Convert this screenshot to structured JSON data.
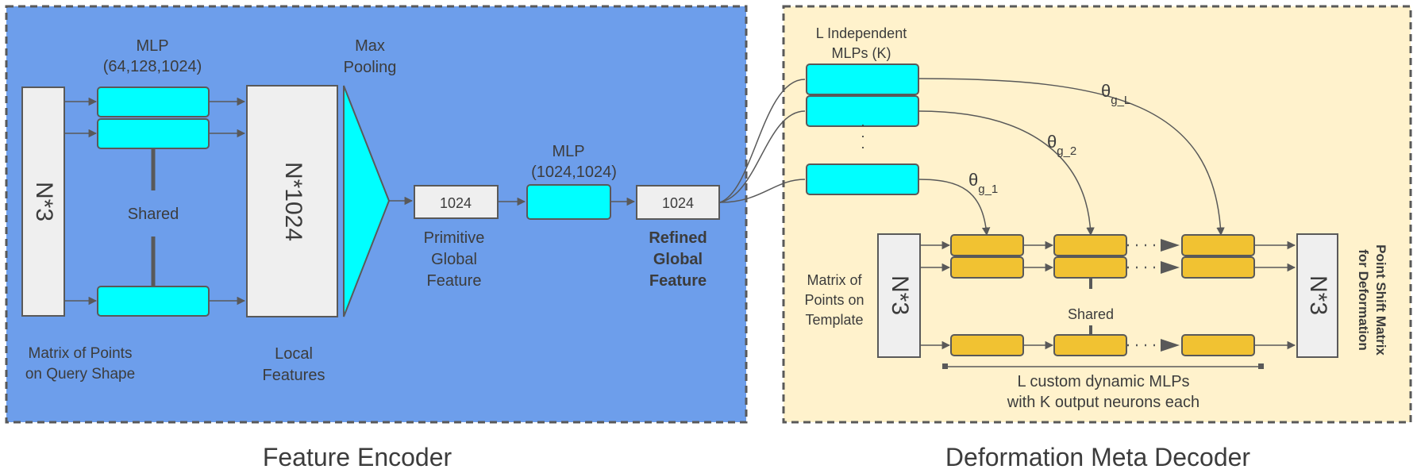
{
  "colors": {
    "encoder_bg": "#6d9eeb",
    "decoder_bg": "#fff2cc",
    "mlp_fill": "#00ffff",
    "dynamic_mlp_fill": "#f1c232",
    "box_fill": "#efefef",
    "border": "#595959"
  },
  "encoder": {
    "input_box": "N*3",
    "input_caption_line1": "Matrix of Points",
    "input_caption_line2": "on Query Shape",
    "mlp_title_line1": "MLP",
    "mlp_title_line2": "(64,128,1024)",
    "shared_label": "Shared",
    "local_box": "N*1024",
    "local_caption_line1": "Local",
    "local_caption_line2": "Features",
    "maxpool_line1": "Max",
    "maxpool_line2": "Pooling",
    "primitive_box": "1024",
    "primitive_caption_line1": "Primitive",
    "primitive_caption_line2": "Global",
    "primitive_caption_line3": "Feature",
    "mlp2_title_line1": "MLP",
    "mlp2_title_line2": "(1024,1024)",
    "refined_box": "1024",
    "refined_caption_line1": "Refined",
    "refined_caption_line2": "Global",
    "refined_caption_line3": "Feature",
    "section_title": "Feature Encoder"
  },
  "decoder": {
    "independent_line1": "L Independent",
    "independent_line2": "MLPs (K)",
    "theta_L": "θ",
    "theta_L_sub": "g_L",
    "theta_2": "θ",
    "theta_2_sub": "g_2",
    "theta_1": "θ",
    "theta_1_sub": "g_1",
    "template_caption_line1": "Matrix of",
    "template_caption_line2": "Points on",
    "template_caption_line3": "Template",
    "template_box": "N*3",
    "shared_label": "Shared",
    "output_box": "N*3",
    "output_caption_line1": "Point Shift Matrix",
    "output_caption_line2": "for Deformation",
    "custom_line1": "L custom dynamic MLPs",
    "custom_line2": "with K output neurons each",
    "section_title": "Deformation Meta Decoder"
  }
}
